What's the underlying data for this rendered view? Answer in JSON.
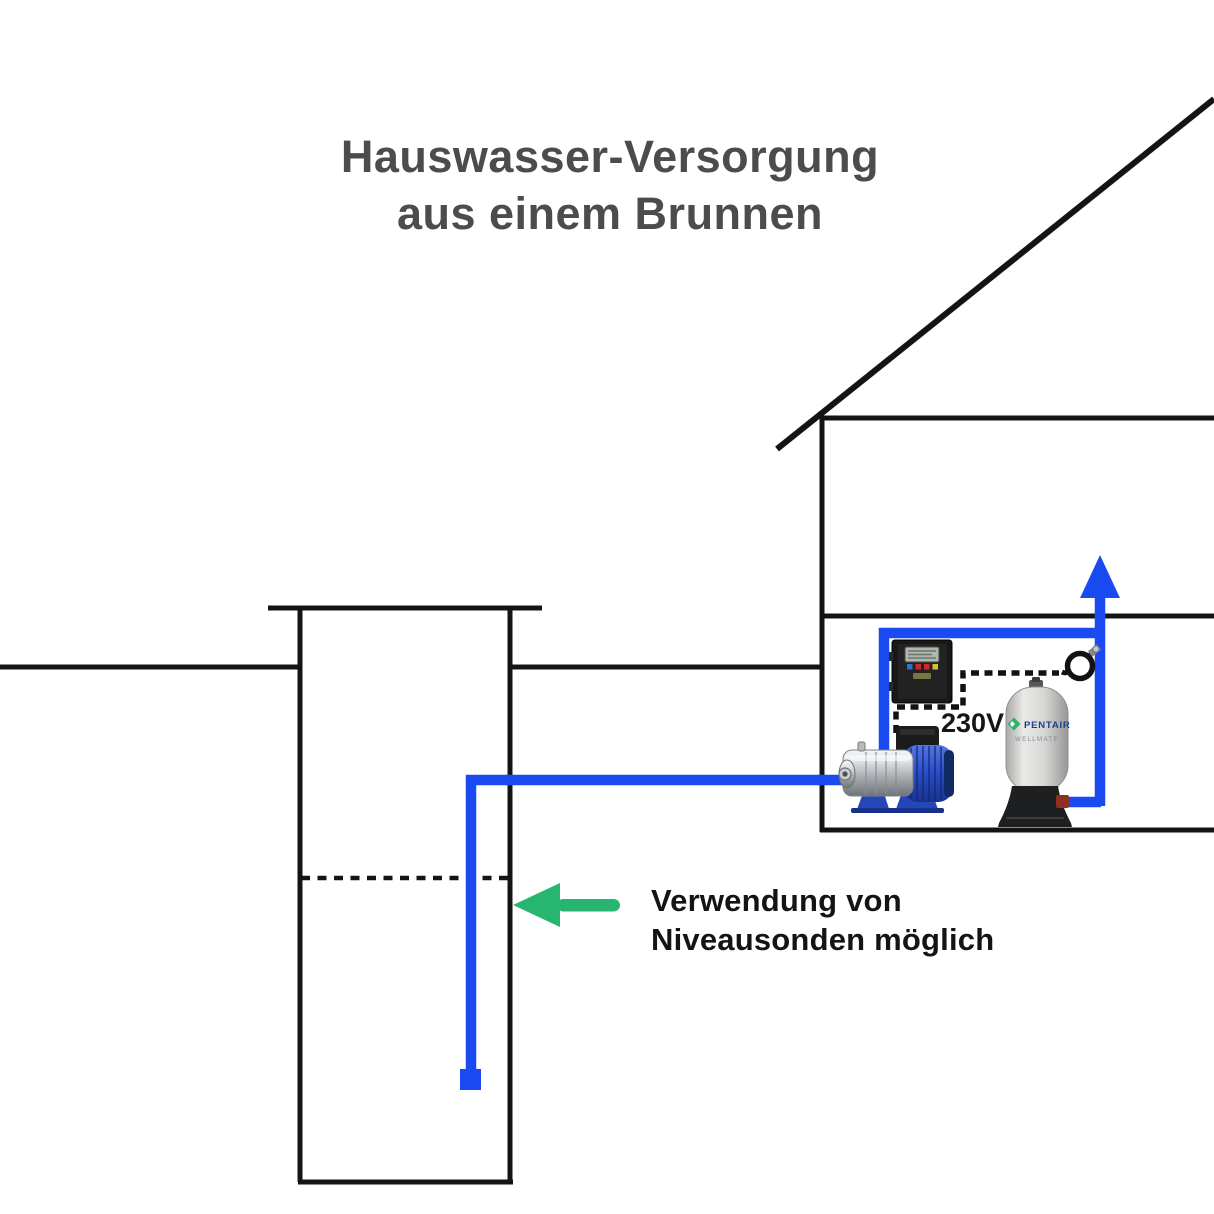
{
  "title": {
    "line1": "Hauswasser-Versorgung",
    "line2": "aus einem Brunnen"
  },
  "labels": {
    "voltage": "230V",
    "annotation_line1": "Verwendung von",
    "annotation_line2": "Niveausonden möglich"
  },
  "tank": {
    "brand": "PENTAIR",
    "model": "WELLMATE"
  },
  "icons": {
    "flow_arrow": "arrow-up-icon",
    "level_arrow": "arrow-left-icon"
  },
  "colors": {
    "pipe_blue": "#1a4bf0",
    "arrow_green": "#28b56f",
    "line_black": "#141414",
    "title_gray": "#4c4c4c",
    "tank_gray": "#d8d8d6",
    "pump_motor_blue": "#2b50c8",
    "pentair_navy": "#1d3f8f",
    "pentair_diamond_green": "#35b06a"
  }
}
